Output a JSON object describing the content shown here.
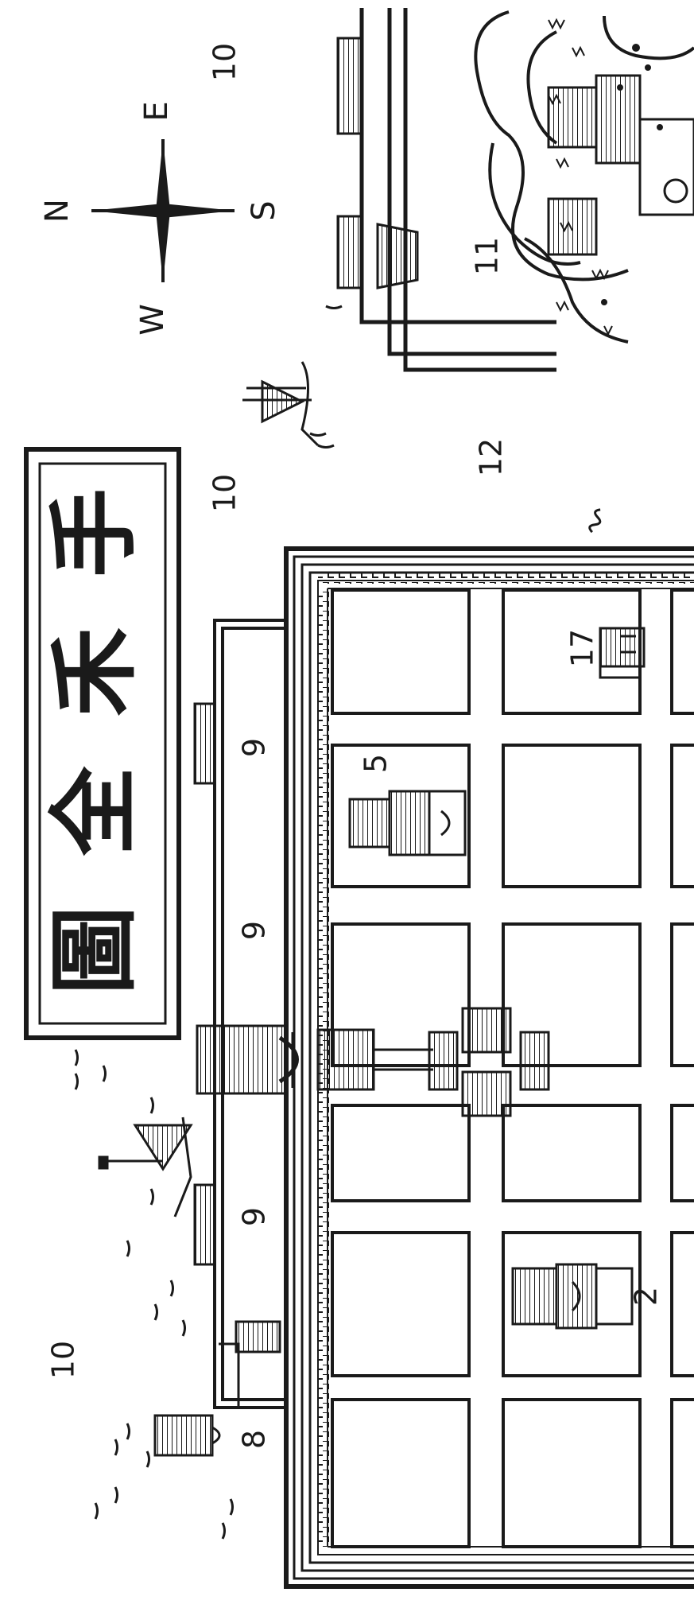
{
  "title": {
    "chars": [
      "圖",
      "全",
      "禾",
      "手"
    ]
  },
  "compass": {
    "n": "N",
    "e": "E",
    "s": "S",
    "w": "W"
  },
  "labels": {
    "lbl_10_top": "10",
    "lbl_10_mid": "10",
    "lbl_10_bottom": "10",
    "lbl_11": "11",
    "lbl_12": "12",
    "lbl_9_a": "9",
    "lbl_9_b": "9",
    "lbl_9_c": "9",
    "lbl_8": "8",
    "lbl_5": "5",
    "lbl_17": "17",
    "lbl_2": "2"
  },
  "colors": {
    "ink": "#1a1a1a",
    "paper": "#ffffff"
  }
}
